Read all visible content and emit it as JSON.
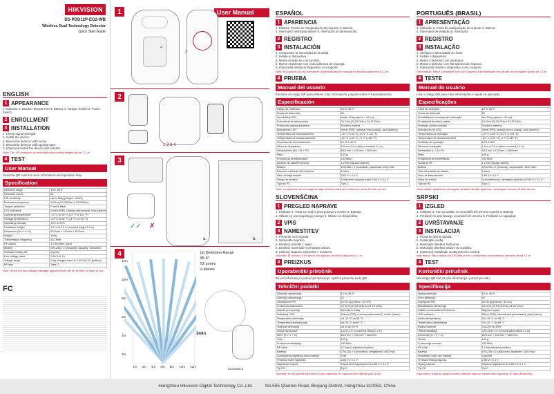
{
  "brand": {
    "logo": "HIKVISION"
  },
  "left": {
    "model": "DS-PDD12P-EG2-WB",
    "title": "Wireless Dual Technology Detector",
    "subtitle": "Quick Start Guide",
    "lang_title": "ENGLISH",
    "appearance_num": "1",
    "appearance": "APPEARANCE",
    "appearance_items": "1. Indicator   2. Bracket Tamper Port   3. Battery   4. Tamper Switch   5. Power Switch",
    "enrollment_num": "2",
    "enrollment": "ENROLLMENT",
    "installation_num": "3",
    "installation": "INSTALLATION",
    "installation_text": "1. Check signal strength.\n2. Install the device:\n   a. Mount the detector with screw.\n   b. Mount the detector with sponge tape.\n3. (Optional) Install the device with bracket.",
    "installation_note": "Note: The DR compliant on sensitivity at mounting heights above 2.1 m.",
    "test_num": "4",
    "test": "TEST",
    "user_manual": "User Manual",
    "user_manual_text": "Scan the QR code for more information and operation help.",
    "spec_title": "Specification",
    "spec_rows": [
      [
        "Detection range",
        "12m, 85.9°"
      ],
      [
        "Detection zones",
        "52"
      ],
      [
        "PIR sensitivity",
        "Up to 30kg (Height = 40cm)"
      ],
      [
        "Microwave frequency",
        "24GHz (24.05GHz to 24.25GHz)"
      ],
      [
        "Tamper protection",
        "Front & Back"
      ],
      [
        "LED indicators",
        "Green (PIR), Orange (microwave), Blue (alarm)"
      ],
      [
        "Operating temperature",
        "-10 °C to 55 °C (14 °F to 131 °F)"
      ],
      [
        "Storage temperature",
        "-20 °C to 60 °C (-4 °F to 140 °F)"
      ],
      [
        "Operating humidity",
        "10% to 90%"
      ],
      [
        "Installation height",
        "1.8 m to 2.5 m (nominal height 2.1 m)"
      ],
      [
        "Dimension (W × H × D)",
        "65.5mm × 120mm × 48.5mm"
      ],
      [
        "Weight",
        "140g"
      ],
      [
        "Transmission frequency",
        "433 MHz"
      ],
      [
        "RF output",
        "1.2 km (free open)"
      ],
      [
        "Battery",
        "CR123A x 2 (included), capacity: 1600mAh"
      ],
      [
        "Standard battery life",
        "5 years"
      ],
      [
        "Low voltage value",
        "2.65 V±0.1V"
      ],
      [
        "Voltage range",
        "Fully charged need to 2.65 V±0.1V (battery)"
      ],
      [
        "PS type",
        "Type C"
      ]
    ],
    "spec_note": "Note: When the low-voltage message appears there will be at least 30 days of use."
  },
  "center": {
    "panels": [
      "1",
      "2",
      "3",
      "4"
    ],
    "callouts": [
      "1",
      "2",
      "3",
      "4"
    ],
    "detection_label": "[a] Detection Range",
    "detection_angle": "85.9°",
    "detection_zones": "52 zones",
    "detection_planes": "4 planes",
    "time_label": "3min",
    "axis_y": [
      "12m",
      "10m",
      "8m",
      "6m",
      "4m",
      "2m"
    ],
    "axis_x": [
      "1m",
      "2m",
      "4m",
      "6m",
      "8m",
      "10m",
      "12m"
    ],
    "doc_code": "UD28904B-B",
    "user_manual": "User Manual",
    "sub_a": "a.",
    "sub_b": "b."
  },
  "es": {
    "lang": "ESPAÑOL",
    "s1": "APARIENCIA",
    "s1_items": "1. Piloto   2. Puerto de manipulación del soporte   3. Batería\n4. Interruptor antimanipulación   5. Interruptor de alimentación",
    "s2": "REGISTRO",
    "s3": "INSTALACIÓN",
    "s3_text": "1. Compruebe la intensidad de la señal.\n2. Instale el dispositivo.\n   a. Monte el detector con tornillos.\n   b. Monte el detector con cinta adhesiva de esponja.\n3. (Opcional) Instale el dispositivo con soporte.",
    "s3_note": "Nota: No cumple con las normas de la sensibilidad de montaje en alturas superiores a 2,1 m.",
    "s4": "PRUEBA",
    "um": "Manual del usuario",
    "um_text": "Escanee el código QR para obtener más información y ayuda sobre el funcionamiento.",
    "spec": "Especificación",
    "rows": [
      [
        "Rango de detección",
        "12 m, 85,9°"
      ],
      [
        "Zonas de detección",
        "52"
      ],
      [
        "Sensibilidad PIR",
        "Hasta 30 kg (altura = 40 cm)"
      ],
      [
        "Frecuencia de microondas",
        "24 GHz (24,05 GHz a 24,25 GHz)"
      ],
      [
        "Protección antimanipulación",
        "Frontal y trasera"
      ],
      [
        "Indicadores LED",
        "Verde (PIR), naranja (microondas), azul (alarma)"
      ],
      [
        "Temperatura de funcionamiento",
        "-10 °C a 55 °C (14 °F a 131 °F)"
      ],
      [
        "Temperatura de almacenamiento",
        "-20 °C a 60 °C (-4 °F a 140 °F)"
      ],
      [
        "Humedad de funcionamiento",
        "10 % a 90 %"
      ],
      [
        "Altura de instalación",
        "1,8 m a 2,5 m (altura nominal 2,1 m)"
      ],
      [
        "Dimensiones (An × Al × Pr)",
        "65,5 mm × 120 mm × 48,5 mm"
      ],
      [
        "Peso",
        "140 g"
      ],
      [
        "Frecuencia de transmisión",
        "433 MHz"
      ],
      [
        "Alcance de radiofrecuencia",
        "1,2 km (espacio abierto)"
      ],
      [
        "Batería",
        "CR123A × 2 (incluidas), capacidad: 1600 mAh"
      ],
      [
        "Duración estándar de la batería",
        "5 años"
      ],
      [
        "Valor de baja tensión",
        "2,65 V ± 0,1 V"
      ],
      [
        "Rango de tensión",
        "Totalmente cargada hasta 2,65 V ± 0,1 V"
      ],
      [
        "Tipo de PS",
        "Tipo C"
      ]
    ],
    "note": "Nota: La aparición del mensaje de baja tensión indica que restan al menos 30 días de uso."
  },
  "pt": {
    "lang": "PORTUGUÊS (BRASIL)",
    "s1": "APRESENTAÇÃO",
    "s1_items": "1. Indicador   2. Porta de manipulação do suporte   3. Bateria\n4. Interruptor de violação   5. Interruptor",
    "s2": "REGISTRO",
    "s3": "INSTALAÇÃO",
    "s3_text": "1. Verifique a intensidade do sinal.\n2. Instale o dispositivo:\n   a. Monte o detector com parafusos.\n   b. Monte o detector com fita adesiva de espuma.\n3. (Opcional) Instale o dispositivo com o suporte.",
    "s3_note": "Observação: Não é compatível com a EN quanto à sensibilidade em alturas de montagem acima de 2,1 m.",
    "s4": "TESTE",
    "um": "Manual do usuário",
    "um_text": "Leia o código QR para mais informações e ajuda na operação.",
    "spec": "Especificações",
    "rows": [
      [
        "Faixa de detecção",
        "12 m, 85,9°"
      ],
      [
        "Zonas de detecção",
        "52"
      ],
      [
        "Sensibilidade à animais de estimação",
        "Até 30 kg (altura = 40 cm)"
      ],
      [
        "Frequência de micro-ondas",
        "24 GHz (24,05 GHz a 24,25 GHz)"
      ],
      [
        "Proteção contra violação",
        "Frontal e traseira"
      ],
      [
        "Indicadores de LED",
        "Verde (PIR), laranja (micro-ondas), azul (alarme)"
      ],
      [
        "Temperatura de operação",
        "-10 °C a 55 °C (14 °F a 131 °F)"
      ],
      [
        "Temperatura de armazenamento",
        "-20 °C a 60 °C (-4 °F a 140 °F)"
      ],
      [
        "Umidade de operação",
        "10% a 90%"
      ],
      [
        "Altura de instalação",
        "1,8 m a 2,5 m (altura nominal 2,1 m)"
      ],
      [
        "Dimensões (L × A × P)",
        "65,5 mm × 120 mm × 48,5 mm"
      ],
      [
        "Peso",
        "140 g"
      ],
      [
        "Frequência de transmissão",
        "433 MHz"
      ],
      [
        "Saída de RF",
        "1,2 km (espaço aberto)"
      ],
      [
        "Bateria",
        "CR123A × 2 (inclusas), capacidade: 1600 mAh"
      ],
      [
        "Vida útil padrão da bateria",
        "5 anos"
      ],
      [
        "Valor de baixa tensão",
        "2,65 V ± 0,1 V"
      ],
      [
        "Faixa de tensão",
        "Completamente carregada (tensão) a 2,65 V ± 0,1 V"
      ],
      [
        "Tipo de PS",
        "Tipo C"
      ]
    ],
    "note": "Observação: Quando a mensagem de baixa tensão aparecer, haverá pelo menos 30 dias de uso."
  },
  "sl": {
    "lang": "SLOVENŠČINA",
    "s1": "PREGLED NAPRAVE",
    "s1_items": "1. Indikator   2. Vrata za nosilec proti posegu v nosilec   3. Baterija\n4. Stikalo za onemogočanje posega   5. Stikalo za vklop/izklop",
    "s2": "VPIS",
    "s3": "NAMESTITEV",
    "s3_text": "1. Preverite moč signala.\n2. Namestite napravo.\n   a. Detektor pritrdite z vijaki.\n   b. Detektor namestite s penastim trakom.\n3. (Izbirno) Napravo namestite z nosilcem.",
    "s3_note": "Opomba: Ni skladno z EN glede občutljivosti na višini (višje) nad 2,1 m.",
    "s4": "PREIZKUS",
    "um": "Uporabniški priročnik",
    "um_text": "Za več informacij in pomoč pri delovanju, optično preberite kodo QR.",
    "spec": "Tehnični podatki",
    "rows": [
      [
        "Območje zaznavanja",
        "12 m, 85,9°"
      ],
      [
        "Območja zaznavanja",
        "52"
      ],
      [
        "Občutljivost PIR",
        "Do 30 kg (višina = 40 cm)"
      ],
      [
        "Frekvenca mikrovalov",
        "24 GHz (24,05 GHz do 24,25 GHz)"
      ],
      [
        "Zaščita pred posegi",
        "Spredaj in zadaj"
      ],
      [
        "Indikatorji LED",
        "Zelena (PIR), oranžna (mikrovalovi), modra (alarm)"
      ],
      [
        "Temperatura delovanja",
        "od -10 °C do 55 °C"
      ],
      [
        "Temperatura shranjevanja",
        "od -20 °C do 60 °C"
      ],
      [
        "Vlažnost delovanja",
        "od 10 do 90 %"
      ],
      [
        "Višina namestitve",
        "1,8 m–2,5 m (nazivna višina 2,1 m)"
      ],
      [
        "Mere (Š × V × G)",
        "65,5 mm × 120 mm × 48,5 mm"
      ],
      [
        "Teža",
        "140 g"
      ],
      [
        "Frekvenca oddajanja",
        "433 MHz"
      ],
      [
        "RF izhod",
        "1,2 km (v odprtem prostoru)"
      ],
      [
        "Baterija",
        "CR123A × 2 (priloženi), zmogljivost: 1600 mAh"
      ],
      [
        "Standardna življenjska doba baterije",
        "5 let"
      ],
      [
        "Vrednost nizke napetosti",
        "2,65 V ± 0,1 V"
      ],
      [
        "Napetostni razpon",
        "Popolnoma napolnjena do 2,65 V ± 0,1 V"
      ],
      [
        "Tip PS",
        "Tip C"
      ]
    ],
    "note": "Opomba: Ko se prikaže sporočilo o nizki napetosti, bo naprava delovala še vsaj 30 dni."
  },
  "sr": {
    "lang": "SRPSKI",
    "s1": "IZGLED",
    "s1_items": "1. Indikator   2. Port za zaštitu od neovlašćenih izmena nosača   3. Baterija\n4. Prekidač za sprečavanje neovlašćenih izmena   5. Prekidač za napajanje",
    "s2": "UVRŠTAVANJE",
    "s3": "INSTALACIJA",
    "s3_text": "1. Proverite jačinu signala.\n2. Instalirajte uređaj.\n   a. Montirajte detektor šrafovima.\n   b. Montirajte detektor trakom od sunđera.\n3. (Opciono) Instalirajte uređaj pomoću nosača.",
    "s3_note": "Napomena: Nije u skladu sa EN kada je reč o osetljivosti na montažnim visinama iznad 2,1 m.",
    "s4": "TEST",
    "um": "Korisnički priručnik",
    "um_text": "Skenirajte QR kôd za više informacija i pomoć pri radu.",
    "spec": "Specifikacija",
    "rows": [
      [
        "Opseg detekcije",
        "12 m, 85,9°"
      ],
      [
        "Zone detekcije",
        "52"
      ],
      [
        "Osetljivost PIR",
        "Do 30 kg (visina = 40 cm)"
      ],
      [
        "Mikrotalasna frekvencija",
        "24 GHz (24,05 GHz do 24,25 GHz)"
      ],
      [
        "Zaštita od neovlašćenih izmena",
        "Napred i nazad"
      ],
      [
        "LED indikatori",
        "Zeleni (PIR), narandžasti (mikrotalasi), plavi (alarm)"
      ],
      [
        "Radna temperatura",
        "Od -10 °C do 55 °C"
      ],
      [
        "Temperatura skladištenja",
        "Od -20 °C do 60 °C"
      ],
      [
        "Radna vlažnost",
        "Od 10% do 90%"
      ],
      [
        "Visina instalacije",
        "Od 1,8 do 2,5 m (nominalna visina 2,1 m)"
      ],
      [
        "Dimenzije (Š × V × D)",
        "65,5 mm × 120 mm × 48,5 mm"
      ],
      [
        "Težina",
        "140 g"
      ],
      [
        "Frekvencija prenosa",
        "433 MHz"
      ],
      [
        "RF izlaz",
        "1,2 km (otvoreni prostor)"
      ],
      [
        "Baterija",
        "CR123A × 2 (uključene), kapacitet: 1600 mAh"
      ],
      [
        "Standardni radni vek baterije",
        "5 godina"
      ],
      [
        "Vrednost niskog napona",
        "2,65 V ± 0,1 V"
      ],
      [
        "Opseg napona",
        "Potpuno napunjena do 2,65 V ± 0,1 V"
      ],
      [
        "Tip PS",
        "Tip C"
      ]
    ],
    "note": "Napomena: Kada se pojavi poruka o niskom naponu, ostaće vam najmanje 30 dana korišćenja."
  },
  "footer": {
    "company": "Hangzhou Hikvision Digital Technology Co.,Ltd.",
    "address": "No.555 Qianmo Road, Binjiang District, Hangzhou 310052, China"
  }
}
